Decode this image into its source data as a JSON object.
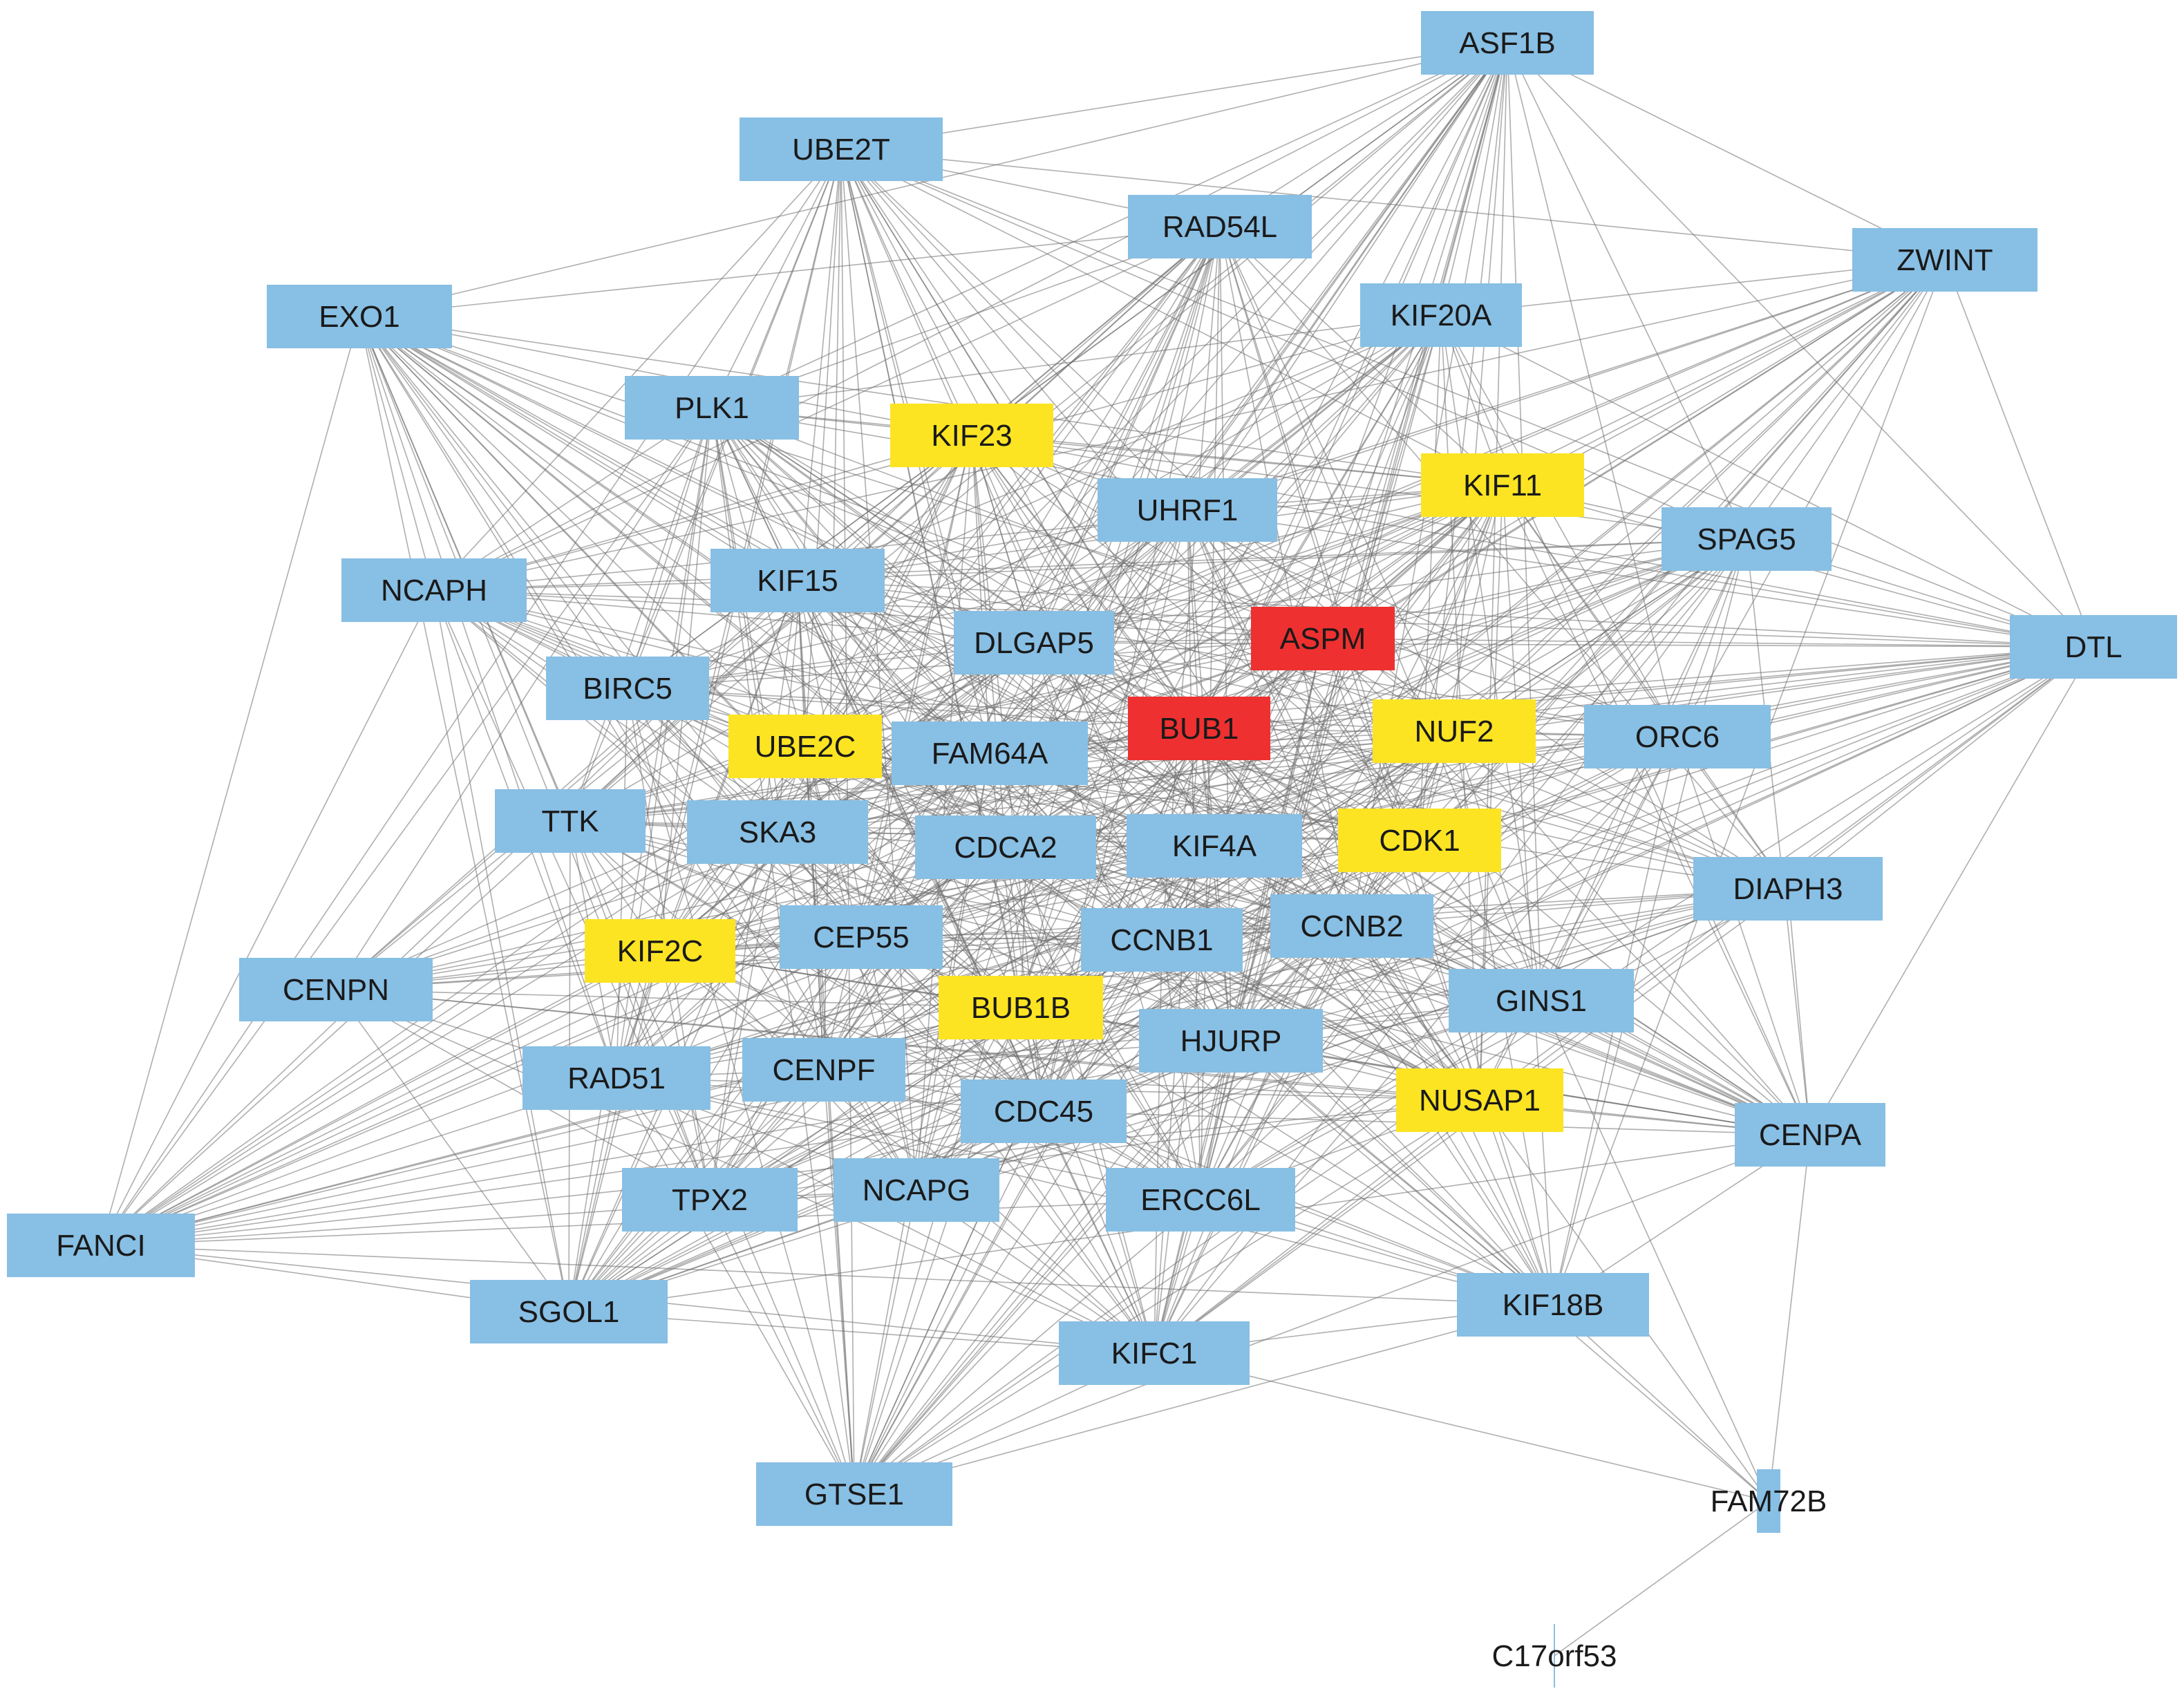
{
  "colors": {
    "default": "#88bfe4",
    "top": "#ee3030",
    "high": "#fce423",
    "edge": "#6e6e6e",
    "text": "#1a1a1a"
  },
  "nodes": [
    {
      "id": "ASF1B",
      "label": "ASF1B",
      "group": "default"
    },
    {
      "id": "UBE2T",
      "label": "UBE2T",
      "group": "default"
    },
    {
      "id": "RAD54L",
      "label": "RAD54L",
      "group": "default"
    },
    {
      "id": "ZWINT",
      "label": "ZWINT",
      "group": "default"
    },
    {
      "id": "EXO1",
      "label": "EXO1",
      "group": "default"
    },
    {
      "id": "KIF20A",
      "label": "KIF20A",
      "group": "default"
    },
    {
      "id": "PLK1",
      "label": "PLK1",
      "group": "default"
    },
    {
      "id": "KIF23",
      "label": "KIF23",
      "group": "high"
    },
    {
      "id": "KIF11",
      "label": "KIF11",
      "group": "high"
    },
    {
      "id": "UHRF1",
      "label": "UHRF1",
      "group": "default"
    },
    {
      "id": "SPAG5",
      "label": "SPAG5",
      "group": "default"
    },
    {
      "id": "NCAPH",
      "label": "NCAPH",
      "group": "default"
    },
    {
      "id": "KIF15",
      "label": "KIF15",
      "group": "default"
    },
    {
      "id": "DLGAP5",
      "label": "DLGAP5",
      "group": "default"
    },
    {
      "id": "ASPM",
      "label": "ASPM",
      "group": "top"
    },
    {
      "id": "DTL",
      "label": "DTL",
      "group": "default"
    },
    {
      "id": "BIRC5",
      "label": "BIRC5",
      "group": "default"
    },
    {
      "id": "BUB1",
      "label": "BUB1",
      "group": "top"
    },
    {
      "id": "NUF2",
      "label": "NUF2",
      "group": "high"
    },
    {
      "id": "ORC6",
      "label": "ORC6",
      "group": "default"
    },
    {
      "id": "UBE2C",
      "label": "UBE2C",
      "group": "high"
    },
    {
      "id": "FAM64A",
      "label": "FAM64A",
      "group": "default"
    },
    {
      "id": "TTK",
      "label": "TTK",
      "group": "default"
    },
    {
      "id": "SKA3",
      "label": "SKA3",
      "group": "default"
    },
    {
      "id": "CDCA2",
      "label": "CDCA2",
      "group": "default"
    },
    {
      "id": "KIF4A",
      "label": "KIF4A",
      "group": "default"
    },
    {
      "id": "CDK1",
      "label": "CDK1",
      "group": "high"
    },
    {
      "id": "DIAPH3",
      "label": "DIAPH3",
      "group": "default"
    },
    {
      "id": "CCNB2",
      "label": "CCNB2",
      "group": "default"
    },
    {
      "id": "CEP55",
      "label": "CEP55",
      "group": "default"
    },
    {
      "id": "KIF2C",
      "label": "KIF2C",
      "group": "high"
    },
    {
      "id": "CCNB1",
      "label": "CCNB1",
      "group": "default"
    },
    {
      "id": "CENPN",
      "label": "CENPN",
      "group": "default"
    },
    {
      "id": "GINS1",
      "label": "GINS1",
      "group": "default"
    },
    {
      "id": "BUB1B",
      "label": "BUB1B",
      "group": "high"
    },
    {
      "id": "HJURP",
      "label": "HJURP",
      "group": "default"
    },
    {
      "id": "RAD51",
      "label": "RAD51",
      "group": "default"
    },
    {
      "id": "CENPF",
      "label": "CENPF",
      "group": "default"
    },
    {
      "id": "NUSAP1",
      "label": "NUSAP1",
      "group": "high"
    },
    {
      "id": "CDC45",
      "label": "CDC45",
      "group": "default"
    },
    {
      "id": "CENPA",
      "label": "CENPA",
      "group": "default"
    },
    {
      "id": "TPX2",
      "label": "TPX2",
      "group": "default"
    },
    {
      "id": "NCAPG",
      "label": "NCAPG",
      "group": "default"
    },
    {
      "id": "ERCC6L",
      "label": "ERCC6L",
      "group": "default"
    },
    {
      "id": "FANCI",
      "label": "FANCI",
      "group": "default"
    },
    {
      "id": "SGOL1",
      "label": "SGOL1",
      "group": "default"
    },
    {
      "id": "KIF18B",
      "label": "KIF18B",
      "group": "default"
    },
    {
      "id": "KIFC1",
      "label": "KIFC1",
      "group": "default"
    },
    {
      "id": "GTSE1",
      "label": "GTSE1",
      "group": "default"
    },
    {
      "id": "FAM72B",
      "label": "FAM72B",
      "group": "default"
    },
    {
      "id": "C17orf53",
      "label": "C17orf53",
      "group": "default"
    }
  ],
  "extra_edges": [
    [
      "FAM72B",
      "C17orf53"
    ],
    [
      "FAM72B",
      "CENPA"
    ],
    [
      "FAM72B",
      "GINS1"
    ],
    [
      "FAM72B",
      "KIF18B"
    ],
    [
      "FAM72B",
      "HJURP"
    ],
    [
      "FAM72B",
      "NUSAP1"
    ],
    [
      "FAM72B",
      "KIFC1"
    ]
  ]
}
